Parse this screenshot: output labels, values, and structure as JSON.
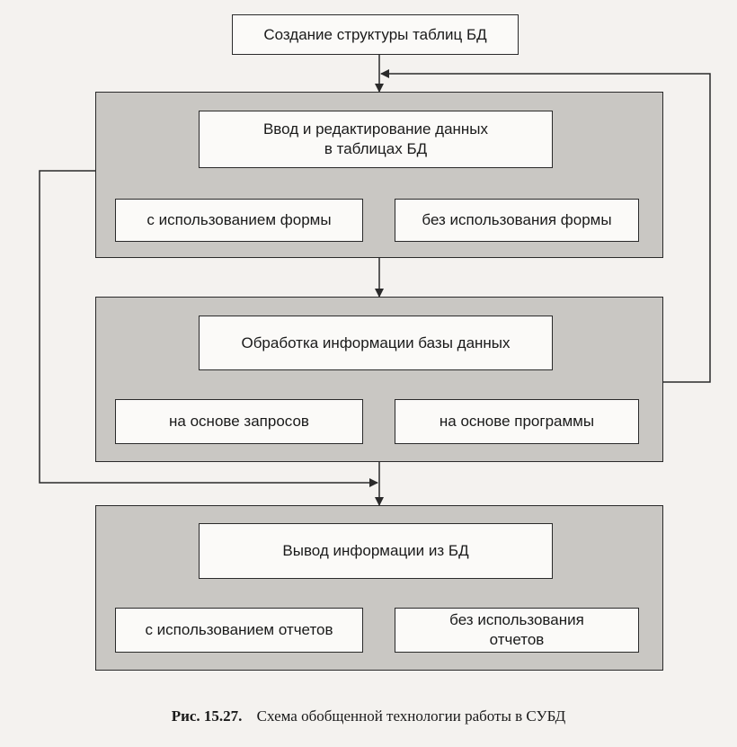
{
  "diagram": {
    "top_box": "Создание структуры таблиц БД",
    "group1": {
      "main": "Ввод и редактирование данных\nв таблицах БД",
      "left": "с использованием формы",
      "right": "без использования формы"
    },
    "group2": {
      "main": "Обработка информации базы данных",
      "left": "на основе запросов",
      "right": "на основе программы"
    },
    "group3": {
      "main": "Вывод информации из БД",
      "left": "с использованием отчетов",
      "right": "без использования\nотчетов"
    }
  },
  "caption": {
    "number": "Рис. 15.27.",
    "text": "Схема обобщенной технологии работы в СУБД"
  },
  "colors": {
    "group_fill": "#c9c7c3",
    "box_fill": "#fbfaf8",
    "line": "#2a2a2a"
  }
}
